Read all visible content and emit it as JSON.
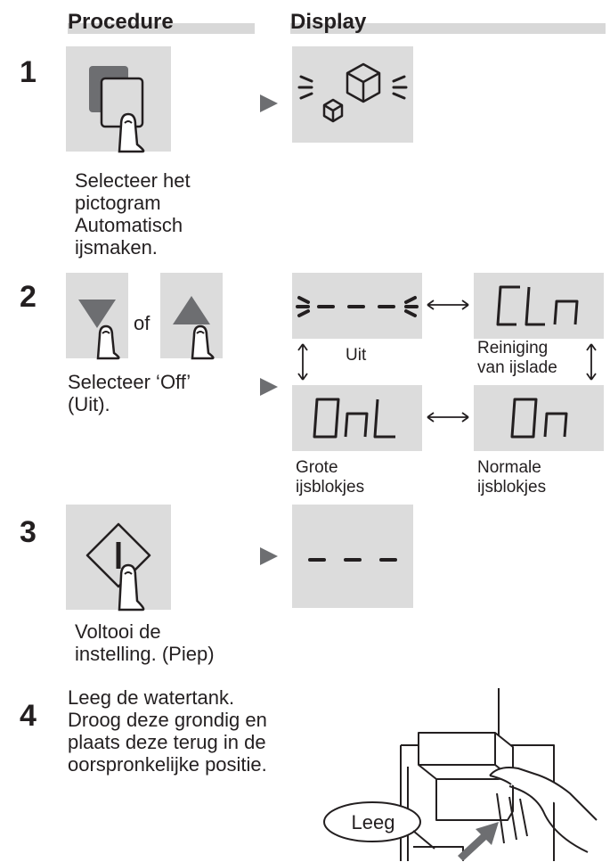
{
  "headers": {
    "procedure": "Procedure",
    "display": "Display"
  },
  "steps": [
    {
      "number": "1",
      "text": [
        "Selecteer het",
        "pictogram",
        "Automatisch",
        "ijsmaken."
      ]
    },
    {
      "number": "2",
      "or_label": "of",
      "text": [
        "Selecteer ‘Off’",
        "(Uit)."
      ]
    },
    {
      "number": "3",
      "text": [
        "Voltooi de",
        "instelling. (Piep)"
      ]
    },
    {
      "number": "4",
      "text": [
        "Leeg de watertank.",
        "Droog deze grondig en",
        "plaats deze terug in de",
        "oorspronkelijke positie."
      ]
    }
  ],
  "display_labels": {
    "off": "Uit",
    "cleaning": [
      "Reiniging",
      "van ijslade"
    ],
    "large": [
      "Grote",
      "ijsblokjes"
    ],
    "normal": [
      "Normale",
      "ijsblokjes"
    ]
  },
  "illustration_label": "Leeg",
  "icons": [
    "auto-ice-icon",
    "ice-cubes-icon",
    "down-arrow-icon",
    "up-arrow-icon",
    "power-icon",
    "finger-icon",
    "ice-tray-illustration"
  ],
  "colors": {
    "panel": "#dcdcdc",
    "arrow": "#6d6e71",
    "segment": "#231f20"
  }
}
